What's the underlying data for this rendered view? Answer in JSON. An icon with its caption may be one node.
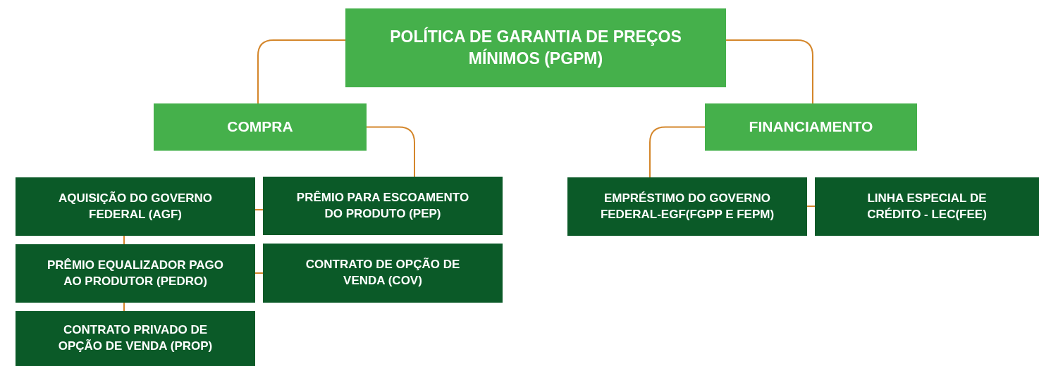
{
  "diagram": {
    "nodes": [
      {
        "text": [
          "POLÍTICA DE GARANTIA DE PREÇOS MÍNIMOS (PGPM)"
        ]
      },
      {
        "text": [
          "COMPRA"
        ]
      },
      {
        "text": [
          "FINANCIAMENTO"
        ]
      },
      {
        "text": [
          "AQUISIÇÃO DO GOVERNO FEDERAL (AGF)"
        ]
      },
      {
        "text": [
          "PRÊMIO PARA ESCOAMENTO DO PRODUTO (PEP)"
        ]
      },
      {
        "text": [
          "EMPRÉSTIMO DO GOVERNO FEDERAL-EGF(FGPP E FEPM)"
        ]
      },
      {
        "text": [
          "LINHA ESPECIAL DE CRÉDITO - LEC(FEE)"
        ]
      },
      {
        "text": [
          "PRÊMIO EQUALIZADOR PAGO AO PRODUTOR (PEDRO)"
        ]
      },
      {
        "text": [
          "CONTRATO DE OPÇÃO DE VENDA (COV)"
        ]
      },
      {
        "text": [
          "CONTRATO PRIVADO DE OPÇÃO DE VENDA (PROP)"
        ]
      }
    ],
    "edges": [
      {
        "from": 0,
        "to": 1,
        "arrow": "none"
      },
      {
        "from": 0,
        "to": 2,
        "arrow": "none"
      },
      {
        "from": 1,
        "to": 4,
        "arrow": "none"
      },
      {
        "from": 3,
        "to": 4,
        "arrow": "none"
      },
      {
        "from": 3,
        "to": 7,
        "arrow": "none"
      },
      {
        "from": 7,
        "to": 8,
        "arrow": "none"
      },
      {
        "from": 7,
        "to": 9,
        "arrow": "none"
      },
      {
        "from": 2,
        "to": 5,
        "arrow": "none"
      },
      {
        "from": 5,
        "to": 6,
        "arrow": "none"
      }
    ]
  }
}
